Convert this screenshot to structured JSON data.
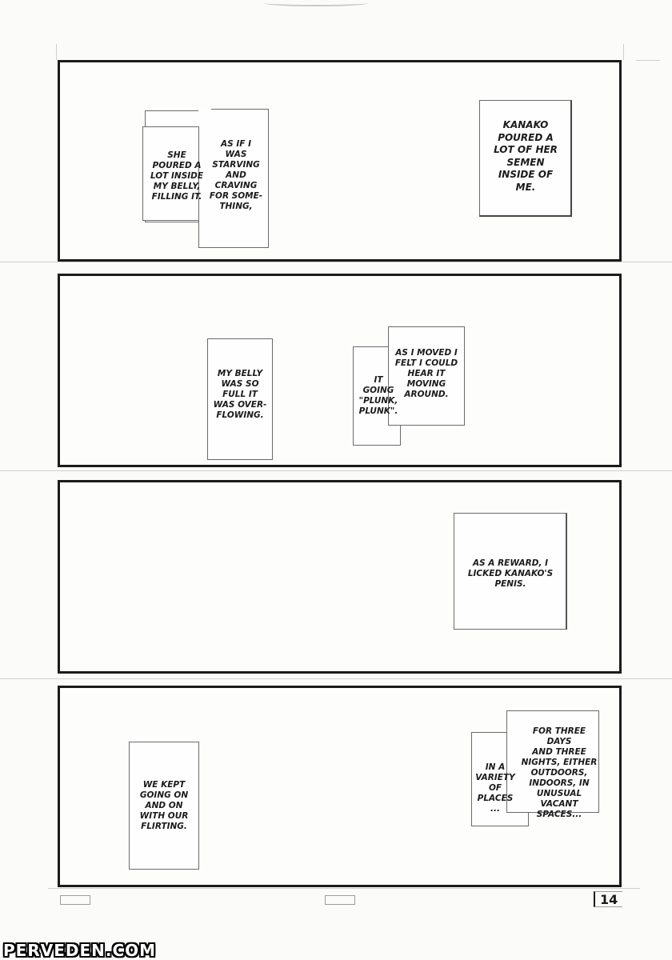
{
  "page": {
    "page_number": "14",
    "watermark": "PERVEDEN.COM"
  },
  "panels": [
    {
      "captions": [
        "SHE\nPOURED A\nLOT INSIDE\nMY BELLY,\nFILLING IT.",
        "AS IF I\nWAS\nSTARVING\nAND\nCRAVING\nFOR SOME-\nTHING,",
        "KANAKO\nPOURED A\nLOT OF HER\nSEMEN\nINSIDE OF\nME."
      ]
    },
    {
      "captions": [
        "MY BELLY\nWAS SO\nFULL IT\nWAS OVER-\nFLOWING.",
        "IT\nGOING\n\"PLUNK,\nPLUNK\".",
        "AS I MOVED I\nFELT I COULD\nHEAR IT\nMOVING\nAROUND."
      ]
    },
    {
      "captions": [
        "AS A REWARD, I\nLICKED KANAKO'S\nPENIS."
      ]
    },
    {
      "captions": [
        "WE KEPT\nGOING ON\nAND ON\nWITH OUR\nFLIRTING.",
        "IN A\nVARIETY\nOF\nPLACES\n...",
        "FOR THREE DAYS\nAND THREE\nNIGHTS, EITHER\nOUTDOORS,\nINDOORS, IN\nUNUSUAL\nVACANT\nSPACES..."
      ]
    }
  ]
}
